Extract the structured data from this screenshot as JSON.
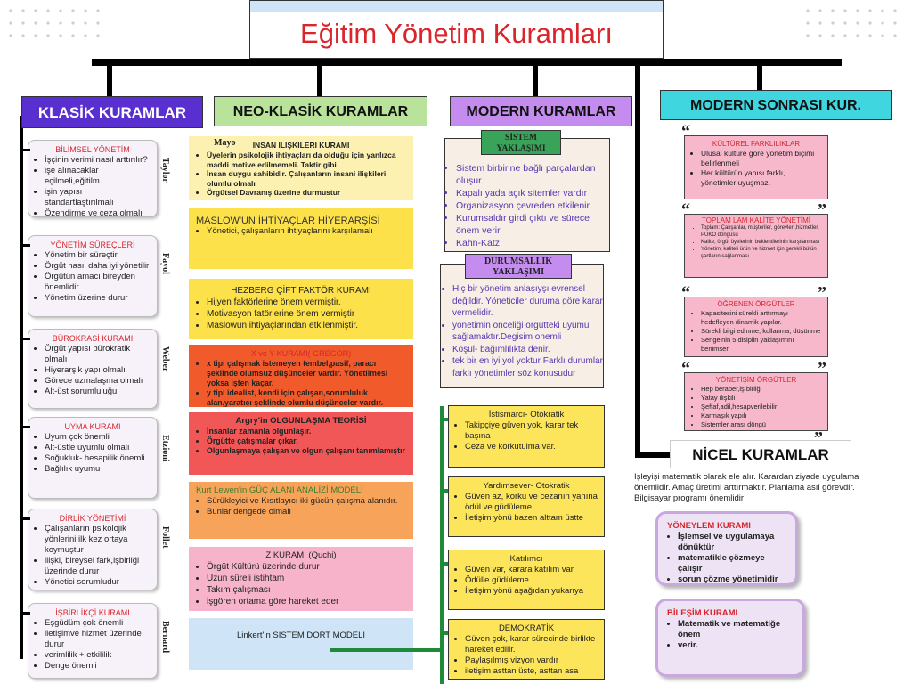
{
  "title": "Eğitim Yönetim Kuramları",
  "headers": {
    "klasik": "KLASİK KURAMLAR",
    "neo": "NEO-KLASİK KURAMLAR",
    "modern": "MODERN KURAMLAR",
    "modern_sonrasi": "MODERN SONRASI KUR.",
    "nicel": "NİCEL KURAMLAR"
  },
  "colors": {
    "klasik": "#5a2fd0",
    "neo": "#b9e39a",
    "modern": "#c58cf0",
    "modern_sonrasi": "#3fd6e0",
    "title_red": "#d8262c"
  },
  "klasik": [
    {
      "title": "BİLİMSEL YÖNETİM",
      "items": [
        "İşçinin verimi nasıl arttırılır?",
        "işe alınacaklar eçilmeli,eğitilm",
        "işin yapısı standartlaştırılmalı",
        "Özendirme ve ceza olmalı"
      ],
      "side": "Taylor"
    },
    {
      "title": "YÖNETİM SÜREÇLERİ",
      "items": [
        "Yönetim bir süreçtir.",
        "Örgüt nasıl daha iyi yönetilir",
        "Örgütün amacı bireyden önemlidir",
        "Yönetim üzerine durur"
      ],
      "side": "Fayol"
    },
    {
      "title": "BÜROKRASİ KURAMI",
      "items": [
        "Örgüt yapısı bürokratik olmalı",
        "Hiyerarşik yapı olmalı",
        "Görece uzmalaşma olmalı",
        "Alt-üst sorumluluğu"
      ],
      "side": "Weber"
    },
    {
      "title": "UYMA KURAMI",
      "items": [
        "Uyum çok önemli",
        "Alt-üstle uyumlu olmalı",
        "Soğukluk- hesapilik önemli",
        "Bağlılık uyumu"
      ],
      "side": "Etzioni"
    },
    {
      "title": "DİRLİK YÖNETİMİ",
      "items": [
        "Çalışanların psikolojik yönlerini ilk kez ortaya koymuştur",
        "ilişki, bireysel fark,işbirliği üzerinde durur",
        "Yönetici sorumludur"
      ],
      "side": "Follet"
    },
    {
      "title": "İŞBİRLİKÇİ KURAMI",
      "items": [
        "Eşgüdüm çok önemli",
        "iletişimve hizmet üzerinde durur",
        "verimlilik + etkililik",
        "Denge önemli"
      ],
      "side": "Bernard"
    }
  ],
  "neo": [
    {
      "label": "Mayo",
      "title": "İNSAN İLİŞKİLERİ KURAMI",
      "items": [
        "Üyelerin psikolojik ihtiyaçları da olduğu için yanlızca maddi motive edilmemeli. Taktir gibi",
        "İnsan duygu sahibidir. Çalışanların insani ilişkileri olumlu olmalı",
        "Örgütsel Davranış üzerine durmustur"
      ],
      "color": "#fdf1b2"
    },
    {
      "title": "MASLOW'UN İHTİYAÇLAR HİYERARŞİSİ",
      "items": [
        "Yönetici, çalışanların ihtiyaçlarını karşılamalı"
      ],
      "color": "#fde14a"
    },
    {
      "title": "HEZBERG ÇİFT FAKTÖR KURAMI",
      "items": [
        "Hijyen faktörlerine önem vermiştir.",
        "Motivasyon fatörlerine önem vermiştir",
        "Maslowun ihtiyaçlarından etkilenmiştir."
      ],
      "color": "#fde14a"
    },
    {
      "title": "X ve Y KURAMI( GREGOR)",
      "items": [
        "x tipi çalışmak istemeyen tembel,pasif, paracı şeklinde olumsuz düşünceler vardır. Yönetilmesi yoksa işten kaçar.",
        "y tipi idealist, kendi için çalışan,sorumluluk alan,yaratıcı şeklinde olumlu düşünceler vardır."
      ],
      "color": "#f15a2b"
    },
    {
      "title": "Argry'in OLGUNLAŞMA TEORİSİ",
      "items": [
        "İnsanlar zamanla olgunlaşır.",
        "Örgütte çatışmalar çıkar.",
        "Olgunlaşmaya çalışan ve olgun çalışanı tanımlamıştır"
      ],
      "color": "#f25757"
    },
    {
      "title": "Kurt Lewen'in GÜÇ ALANI  ANALİZİ MODELİ",
      "items": [
        "Sürükleyici ve Kısıtlayıcı iki gücün çalışma alanıdır.",
        "Bunlar dengede olmalı"
      ],
      "color": "#f8a35a"
    },
    {
      "title": "Z KURAMI (Quchi)",
      "items": [
        "Örgüt Kültürü üzerinde durur",
        "Uzun süreli istihtam",
        "Takım çalışması",
        "işgören ortama göre hareket eder"
      ],
      "color": "#f7b3c9"
    },
    {
      "title": "Linkert'in SİSTEM DÖRT MODELİ",
      "items": [],
      "color": "#cfe4f6"
    }
  ],
  "modern": {
    "sistem_title": "SİSTEM YAKLAŞIMI",
    "sistem_items": [
      "Sistem birbirine bağlı parçalardan oluşur.",
      "Kapalı yada açık sitemler vardır",
      "Organizasyon çevreden etkilenir",
      "Kurumsaldır girdi çıktı ve sürece önem verir",
      "Kahn-Katz"
    ],
    "durum_title": "DURUMSALLIK YAKLAŞIMI",
    "durum_items": [
      "Hiç bir yönetim anlaşıyşı evrensel değildir. Yöneticiler duruma göre karar vermelidir.",
      "yönetimin önceliği örgütteki uyumu sağlamaktır.Degisim onemli",
      "Koşul- bağımlılıkta denir.",
      "tek bir en iyi yol yoktur Farklı durumlar farklı yönetimler söz konusudur"
    ]
  },
  "likert": [
    {
      "title": "İstismarcı- Otokratik",
      "items": [
        "Takipçiye güven yok, karar tek başına",
        "Ceza ve korkutulma var."
      ]
    },
    {
      "title": "Yardımsever- Otokratik",
      "items": [
        "Güven az, korku ve cezanın yanına ödül ve güdüleme",
        "İletişim yönü bazen alttam üstte"
      ]
    },
    {
      "title": "Katılımcı",
      "items": [
        "Güven var, karara katılım var",
        "Ödülle güdüleme",
        "İletişim yönü aşağıdan yukarıya"
      ]
    },
    {
      "title": "DEMOKRATİK",
      "items": [
        "Güven çok, karar sürecinde birlikte hareket edilir.",
        "Paylaşılmış vizyon vardır",
        "iletişim asttan üste, asttan asa"
      ]
    }
  ],
  "modern_sonrasi": [
    {
      "title": "KÜLTÜREL FARKLILIKLAR",
      "items": [
        "Ulusal kültüre göre yönetim biçimi belirlenmeli",
        "Her kültürün yapısı farklı, yönetimler uyuşmaz."
      ]
    },
    {
      "title": "TOPLAM LAM KALİTE YÖNETİMİ",
      "items": [
        "Toplam: Çalışanlar, müşteriler, görevler ,hizmetler, PUKO döngüsü",
        "Kalite, örgüt üyelerinin beklentilerinin karşılanması",
        "Yönetim, kaliteli ürün ve hizmet için gerekli bütün şartların sağlanması"
      ]
    },
    {
      "title": "ÖĞRENEN ÖRGÜTLER",
      "items": [
        "Kapasitesini sürekli arttırmayı hedefleyen dinamik yapılar.",
        "Sürekli bilgi edinme, kullanma, düşünme",
        "Senge'nin 5 disiplin yaklaşımını benimser."
      ]
    },
    {
      "title": "YÖNETİŞİM ÖRGÜTLER",
      "items": [
        "Hep beraber,iş birliği",
        "Yatay ilişkili",
        "Şeffaf,adil,hesapverilebilir",
        "Karmaşık  yapılı",
        "Sistemler arası  döngü"
      ]
    }
  ],
  "nicel": {
    "desc": "Işleyişi matematik olarak ele alır. Karardan ziyade uygulama önemlidir. Amaç üretimi arttırmaktır. Planlama asıl görevdir. Bilgisayar programı önemlidir",
    "cards": [
      {
        "title": "YÖNEYLEM KURAMI",
        "items": [
          "İşlemsel ve uygulamaya dönüktür",
          "matematikle çözmeye çalışır",
          "sorun çözme yönetimidir"
        ]
      },
      {
        "title": "BİLEŞİM KURAMI",
        "items": [
          "Matematik ve matematiğe önem",
          "verir."
        ]
      }
    ]
  },
  "quote_mark_open": "“",
  "quote_mark_close": "”"
}
